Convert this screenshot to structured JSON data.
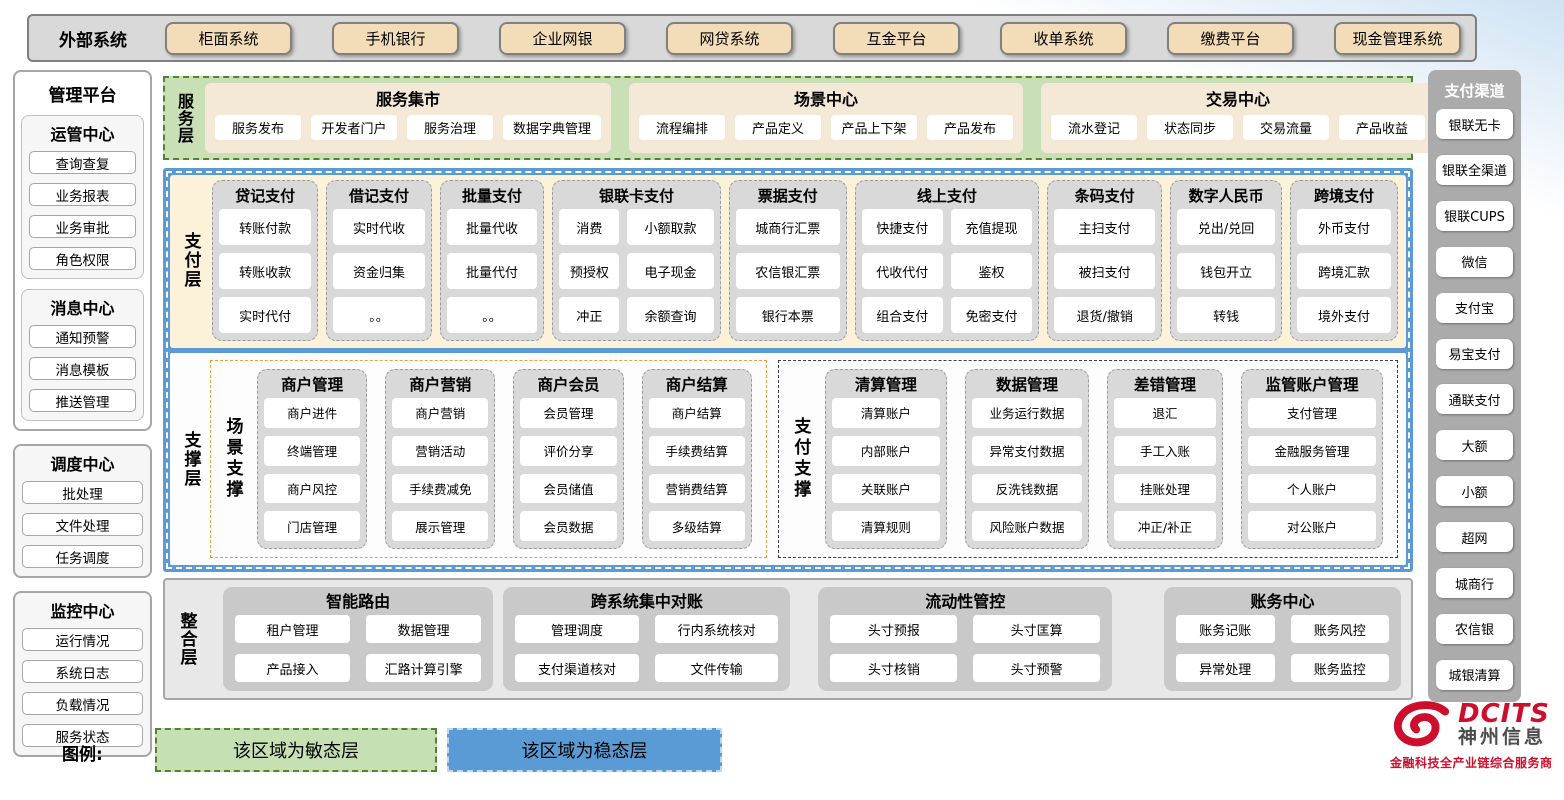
{
  "external_systems": {
    "label": "外部系统",
    "items": [
      "柜面系统",
      "手机银行",
      "企业网银",
      "网贷系统",
      "互金平台",
      "收单系统",
      "缴费平台",
      "现金管理系统"
    ]
  },
  "management_platform": {
    "title": "管理平台",
    "groups": [
      {
        "title": "运管中心",
        "items": [
          "查询查复",
          "业务报表",
          "业务审批",
          "角色权限"
        ]
      },
      {
        "title": "消息中心",
        "items": [
          "通知预警",
          "消息模板",
          "推送管理"
        ]
      },
      {
        "title": "调度中心",
        "items": [
          "批处理",
          "文件处理",
          "任务调度"
        ]
      },
      {
        "title": "监控中心",
        "items": [
          "运行情况",
          "系统日志",
          "负载情况",
          "服务状态"
        ]
      }
    ]
  },
  "service_layer": {
    "label": "服务层",
    "panels": [
      {
        "title": "服务集市",
        "items": [
          "服务发布",
          "开发者门户",
          "服务治理",
          "数据字典管理"
        ]
      },
      {
        "title": "场景中心",
        "items": [
          "流程编排",
          "产品定义",
          "产品上下架",
          "产品发布"
        ]
      },
      {
        "title": "交易中心",
        "items": [
          "流水登记",
          "状态同步",
          "交易流量",
          "产品收益"
        ]
      }
    ]
  },
  "payment_layer": {
    "label": "支付层",
    "columns": [
      {
        "title": "贷记支付",
        "items": [
          "转账付款",
          "转账收款",
          "实时代付"
        ]
      },
      {
        "title": "借记支付",
        "items": [
          "实时代收",
          "资金归集",
          "。。"
        ]
      },
      {
        "title": "批量支付",
        "items": [
          "批量代收",
          "批量代付",
          "。。"
        ]
      },
      {
        "title": "银联卡支付",
        "items": [
          "消费",
          "小额取款",
          "预授权",
          "电子现金",
          "冲正",
          "余额查询"
        ]
      },
      {
        "title": "票据支付",
        "items": [
          "城商行汇票",
          "农信银汇票",
          "银行本票"
        ]
      },
      {
        "title": "线上支付",
        "items": [
          "快捷支付",
          "充值提现",
          "代收代付",
          "鉴权",
          "组合支付",
          "免密支付"
        ]
      },
      {
        "title": "条码支付",
        "items": [
          "主扫支付",
          "被扫支付",
          "退货/撤销"
        ]
      },
      {
        "title": "数字人民币",
        "items": [
          "兑出/兑回",
          "钱包开立",
          "转钱"
        ]
      },
      {
        "title": "跨境支付",
        "items": [
          "外币支付",
          "跨境汇款",
          "境外支付"
        ]
      }
    ]
  },
  "support_layer": {
    "label": "支撑层",
    "sections": [
      {
        "label": "场景支撑",
        "columns": [
          {
            "title": "商户管理",
            "items": [
              "商户进件",
              "终端管理",
              "商户风控",
              "门店管理"
            ]
          },
          {
            "title": "商户营销",
            "items": [
              "商户营销",
              "营销活动",
              "手续费减免",
              "展示管理"
            ]
          },
          {
            "title": "商户会员",
            "items": [
              "会员管理",
              "评价分享",
              "会员储值",
              "会员数据"
            ]
          },
          {
            "title": "商户结算",
            "items": [
              "商户结算",
              "手续费结算",
              "营销费结算",
              "多级结算"
            ]
          }
        ]
      },
      {
        "label": "支付支撑",
        "columns": [
          {
            "title": "清算管理",
            "items": [
              "清算账户",
              "内部账户",
              "关联账户",
              "清算规则"
            ]
          },
          {
            "title": "数据管理",
            "items": [
              "业务运行数据",
              "异常支付数据",
              "反洗钱数据",
              "风险账户数据"
            ]
          },
          {
            "title": "差错管理",
            "items": [
              "退汇",
              "手工入账",
              "挂账处理",
              "冲正/补正"
            ]
          },
          {
            "title": "监管账户管理",
            "items": [
              "支付管理",
              "金融服务管理",
              "个人账户",
              "对公账户"
            ]
          }
        ]
      }
    ]
  },
  "integration_layer": {
    "label": "整合层",
    "panels": [
      {
        "title": "智能路由",
        "items": [
          "租户管理",
          "数据管理",
          "产品接入",
          "汇路计算引擎"
        ]
      },
      {
        "title": "跨系统集中对账",
        "items": [
          "管理调度",
          "行内系统核对",
          "支付渠道核对",
          "文件传输"
        ]
      },
      {
        "title": "流动性管控",
        "items": [
          "头寸预报",
          "头寸匡算",
          "头寸核销",
          "头寸预警"
        ]
      },
      {
        "title": "账务中心",
        "items": [
          "账务记账",
          "账务风控",
          "异常处理",
          "账务监控"
        ]
      }
    ]
  },
  "payment_channels": {
    "title": "支付渠道",
    "items": [
      "银联无卡",
      "银联全渠道",
      "银联CUPS",
      "微信",
      "支付宝",
      "易宝支付",
      "通联支付",
      "大额",
      "小额",
      "超网",
      "城商行",
      "农信银",
      "城银清算"
    ]
  },
  "legend": {
    "label": "图例:",
    "agile": "该区域为敏态层",
    "stable": "该区域为稳态层"
  },
  "logo": {
    "name": "DCITS",
    "company": "神州信息",
    "tagline": "金融科技全产业链综合服务商"
  },
  "colors": {
    "stable_blue": "#5b9bd5",
    "agile_green": "#c6e0b4",
    "agile_border_green": "#538135",
    "payment_cream": "#fcf2d9",
    "module_gray": "#d9d9d9",
    "external_tan": "#f3ddb9",
    "scene_orange": "#e8a23d",
    "brand_red": "#ce0e2d"
  }
}
